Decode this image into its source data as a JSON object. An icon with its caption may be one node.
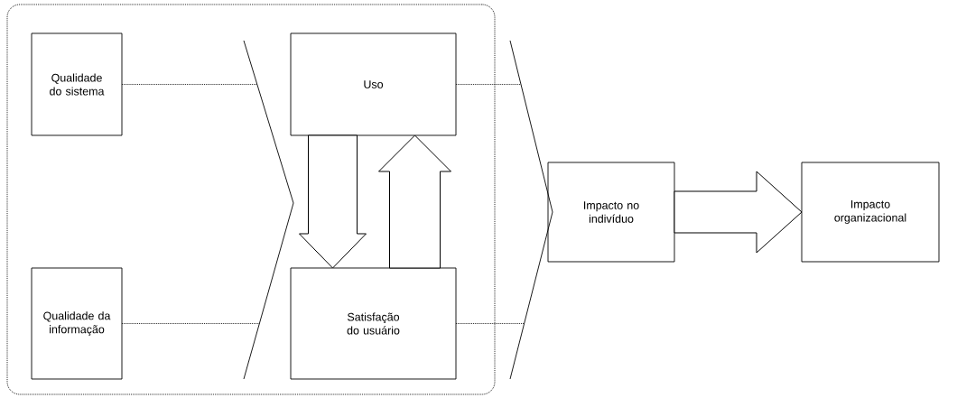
{
  "diagram": {
    "nodes": [
      {
        "text": [],
        "shape": "box"
      },
      {
        "text": [
          "Qualidade do sistema"
        ],
        "in": 0
      },
      {
        "text": [
          "Uso"
        ],
        "in": 0
      },
      {
        "text": [
          "Qualidade da informação"
        ],
        "in": 0
      },
      {
        "text": [
          "Satisfação do usuário"
        ],
        "in": 0
      },
      {
        "text": [
          "Impacto no indivíduo"
        ]
      },
      {
        "text": [
          "Impacto organizacional"
        ]
      },
      {
        "text": [],
        "shape": "chevron",
        "in": 0
      },
      {
        "text": [],
        "shape": "chevron"
      }
    ],
    "edges": [
      {
        "from": 1,
        "to": 7,
        "arrow": "none"
      },
      {
        "from": 3,
        "to": 7,
        "arrow": "none"
      },
      {
        "from": 2,
        "to": 8,
        "arrow": "none"
      },
      {
        "from": 4,
        "to": 8,
        "arrow": "none"
      },
      {
        "from": 2,
        "to": 4,
        "arrow": "to",
        "style": "thick"
      },
      {
        "from": 4,
        "to": 2,
        "arrow": "to",
        "style": "thick"
      },
      {
        "from": 5,
        "to": 6,
        "arrow": "to",
        "style": "thick"
      }
    ]
  }
}
